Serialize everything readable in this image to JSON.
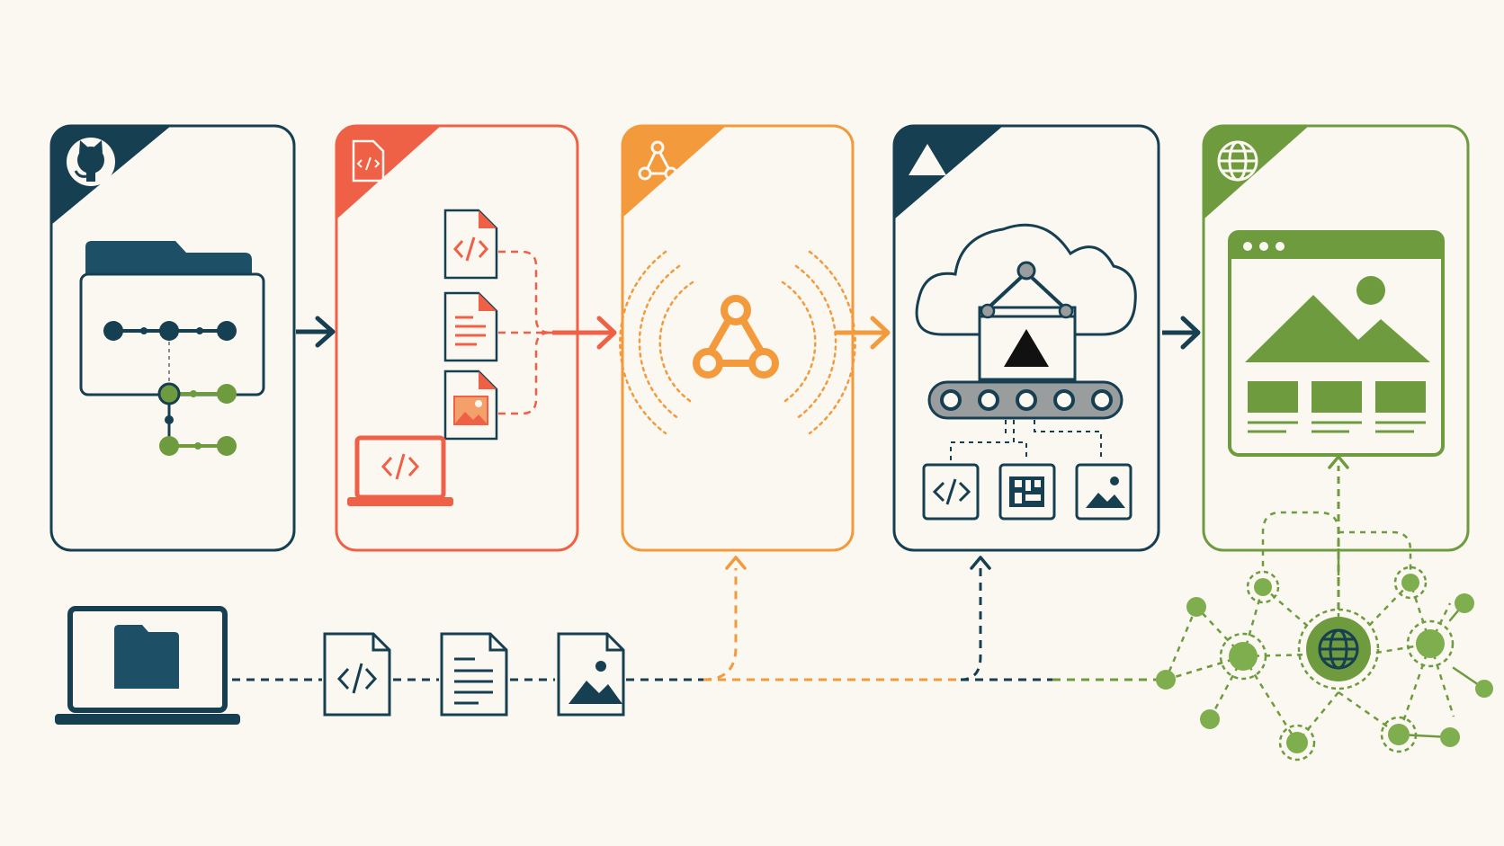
{
  "colors": {
    "background": "#fbf8f1",
    "navy": "#163f52",
    "red": "#ef6147",
    "orange": "#f39a3d",
    "green": "#6f9b3f",
    "gray": "#8b8e8f"
  },
  "stages": [
    {
      "id": "repository",
      "icon": "github-icon",
      "accent": "#163f52"
    },
    {
      "id": "code-changes",
      "icon": "code-file-icon",
      "accent": "#ef6147"
    },
    {
      "id": "webhook",
      "icon": "webhook-icon",
      "accent": "#f39a3d"
    },
    {
      "id": "build-deploy",
      "icon": "triangle-logo-icon",
      "accent": "#163f52"
    },
    {
      "id": "live-site",
      "icon": "globe-icon",
      "accent": "#6f9b3f"
    }
  ],
  "local_assets": [
    "code-file-icon",
    "text-file-icon",
    "image-file-icon"
  ],
  "build_outputs": [
    "code-icon",
    "grid-icon",
    "image-icon"
  ]
}
